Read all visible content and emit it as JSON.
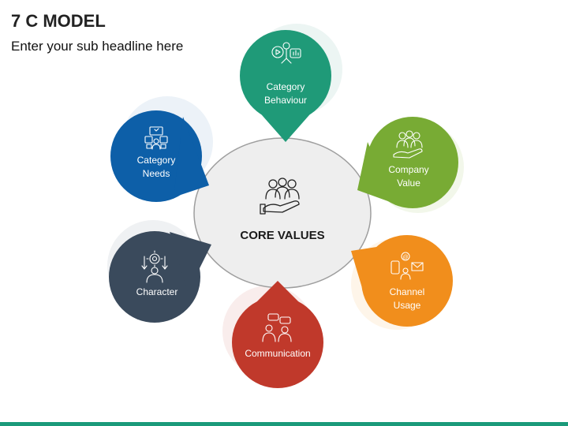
{
  "header": {
    "title": "7 C MODEL",
    "subtitle": "Enter your sub headline here"
  },
  "core": {
    "label": "CORE VALUES",
    "icon": "hand-holding-people-icon"
  },
  "nodes": [
    {
      "id": "category-behaviour",
      "line1": "Category",
      "line2": "Behaviour",
      "color": "#1f9a78",
      "icon": "analytics-chart-icon"
    },
    {
      "id": "company-value",
      "line1": "Company",
      "line2": "Value",
      "color": "#78ab34",
      "icon": "hand-holding-people-icon"
    },
    {
      "id": "channel-usage",
      "line1": "Channel",
      "line2": "Usage",
      "color": "#f18e1c",
      "icon": "communication-channels-icon"
    },
    {
      "id": "communication",
      "line1": "Communication",
      "line2": "",
      "color": "#c0392b",
      "icon": "people-talking-icon"
    },
    {
      "id": "character",
      "line1": "Character",
      "line2": "",
      "color": "#3a4a5c",
      "icon": "person-gear-icon"
    },
    {
      "id": "category-needs",
      "line1": "Category",
      "line2": "Needs",
      "color": "#0d5fa8",
      "icon": "needs-board-icon"
    }
  ],
  "colors": {
    "center_fill": "#eeeeee",
    "center_stroke": "#9e9e9e",
    "bottom_bar": "#1a9a7a"
  }
}
